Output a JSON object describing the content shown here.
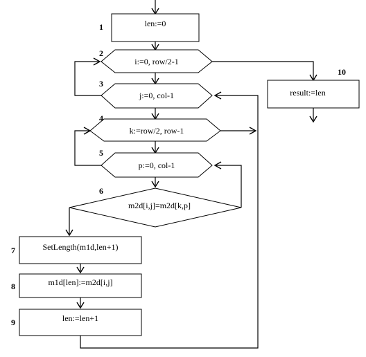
{
  "nodes": {
    "n1": {
      "number": "1",
      "label": "len:=0"
    },
    "n2": {
      "number": "2",
      "label": "i:=0, row/2-1"
    },
    "n3": {
      "number": "3",
      "label": "j:=0, col-1"
    },
    "n4": {
      "number": "4",
      "label": "k:=row/2, row-1"
    },
    "n5": {
      "number": "5",
      "label": "p:=0, col-1"
    },
    "n6": {
      "number": "6",
      "label": "m2d[i,j]=m2d[k,p]"
    },
    "n7": {
      "number": "7",
      "label": "SetLength(m1d,len+1)"
    },
    "n8": {
      "number": "8",
      "label": "m1d[len]:=m2d[i,j]"
    },
    "n9": {
      "number": "9",
      "label": "len:=len+1"
    },
    "n10": {
      "number": "10",
      "label": "result:=len"
    }
  }
}
